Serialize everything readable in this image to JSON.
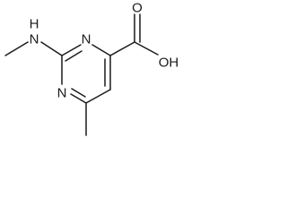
{
  "molecule": {
    "atoms": {
      "nh": "H",
      "nh_n": "N",
      "n_top": "N",
      "n_bottom": "N",
      "carbonyl_o": "O",
      "hydroxyl": "OH"
    },
    "colors": {
      "ink": "#1a1a1a",
      "background": "#ffffff"
    }
  }
}
